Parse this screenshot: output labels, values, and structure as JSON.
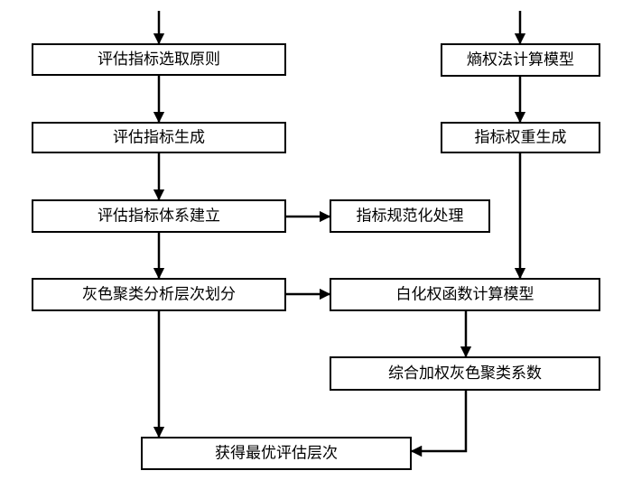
{
  "nodes": {
    "principle": "评估指标选取原则",
    "generate": "评估指标生成",
    "system": "评估指标体系建立",
    "normalize": "指标规范化处理",
    "grey_cluster": "灰色聚类分析层次划分",
    "optimal": "获得最优评估层次",
    "entropy_model": "熵权法计算模型",
    "weight_gen": "指标权重生成",
    "whitening_model": "白化权函数计算模型",
    "weighted_coef": "综合加权灰色聚类系数"
  }
}
